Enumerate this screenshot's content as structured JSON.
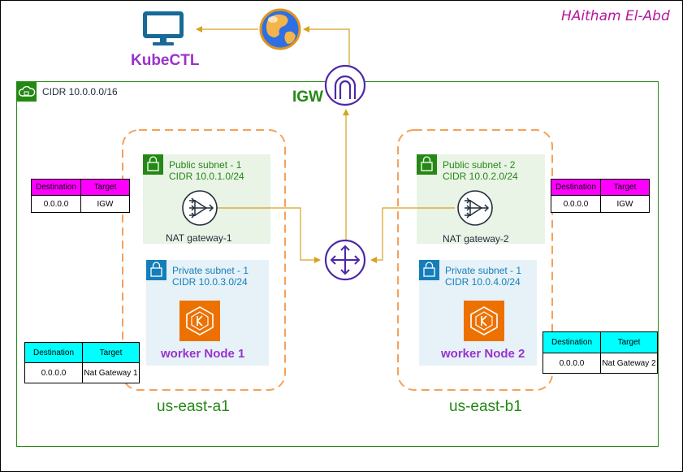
{
  "author": "HAitham El-Abd",
  "kubectl_label": "KubeCTL",
  "igw_label": "IGW",
  "vpc_label": "CIDR 10.0.0.0/16",
  "az1_label": "us-east-a1",
  "az2_label": "us-east-b1",
  "public_subnet_1": {
    "name": "Public subnet - 1",
    "cidr": "CIDR 10.0.1.0/24",
    "nat_label": "NAT gateway-1"
  },
  "public_subnet_2": {
    "name": "Public subnet - 2",
    "cidr": "CIDR 10.0.2.0/24",
    "nat_label": "NAT gateway-2"
  },
  "private_subnet_1": {
    "name": "Private subnet - 1",
    "cidr": "CIDR 10.0.3.0/24",
    "node_label": "worker Node 1"
  },
  "private_subnet_2": {
    "name": "Private subnet - 1",
    "cidr": "CIDR 10.0.4.0/24",
    "node_label": "worker Node 2"
  },
  "route_tables": {
    "public_1": {
      "dest_header": "Destination",
      "target_header": "Target",
      "dest": "0.0.0.0",
      "target": "IGW"
    },
    "public_2": {
      "dest_header": "Destination",
      "target_header": "Target",
      "dest": "0.0.0.0",
      "target": "IGW"
    },
    "private_1": {
      "dest_header": "Destination",
      "target_header": "Target",
      "dest": "0.0.0.0",
      "target": "Nat Gateway 1"
    },
    "private_2": {
      "dest_header": "Destination",
      "target_header": "Target",
      "dest": "0.0.0.0",
      "target": "Nat Gateway 2"
    }
  },
  "colors": {
    "vpc_border": "#248814",
    "public_fill": "#e9f3e6",
    "private_fill": "#e6f2f8",
    "az_border": "#f5a15a",
    "arrow": "#d6a21e",
    "router": "#4d27aa",
    "eks": "#ed7100",
    "kubectl": "#9933cc",
    "igw_text": "#248814",
    "author": "#b5179e",
    "public_header": "#ff00ff",
    "private_header": "#00ffff"
  }
}
